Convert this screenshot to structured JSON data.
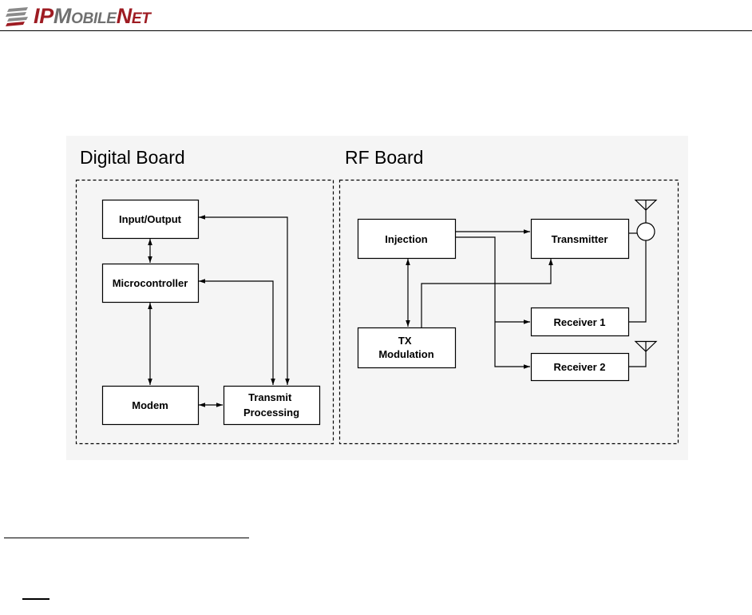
{
  "header": {
    "logo": {
      "ip": "IP",
      "m": "M",
      "obile": "OBILE",
      "n": "N",
      "et": "ET"
    }
  },
  "diagram": {
    "digital_board": {
      "title": "Digital Board",
      "blocks": {
        "input_output": "Input/Output",
        "microcontroller": "Microcontroller",
        "modem": "Modem",
        "transmit_processing": [
          "Transmit",
          "Processing"
        ]
      }
    },
    "rf_board": {
      "title": "RF Board",
      "blocks": {
        "injection": "Injection",
        "transmitter": "Transmitter",
        "tx_modulation": [
          "TX",
          "Modulation"
        ],
        "receiver_1": "Receiver 1",
        "receiver_2": "Receiver 2"
      }
    }
  },
  "icons": [
    "logo-icon",
    "antenna-icon",
    "duplexer-icon"
  ],
  "colors": {
    "logo_red": "#9e1b22",
    "logo_gray": "#707070",
    "diagram_background": "#f5f5f5"
  }
}
